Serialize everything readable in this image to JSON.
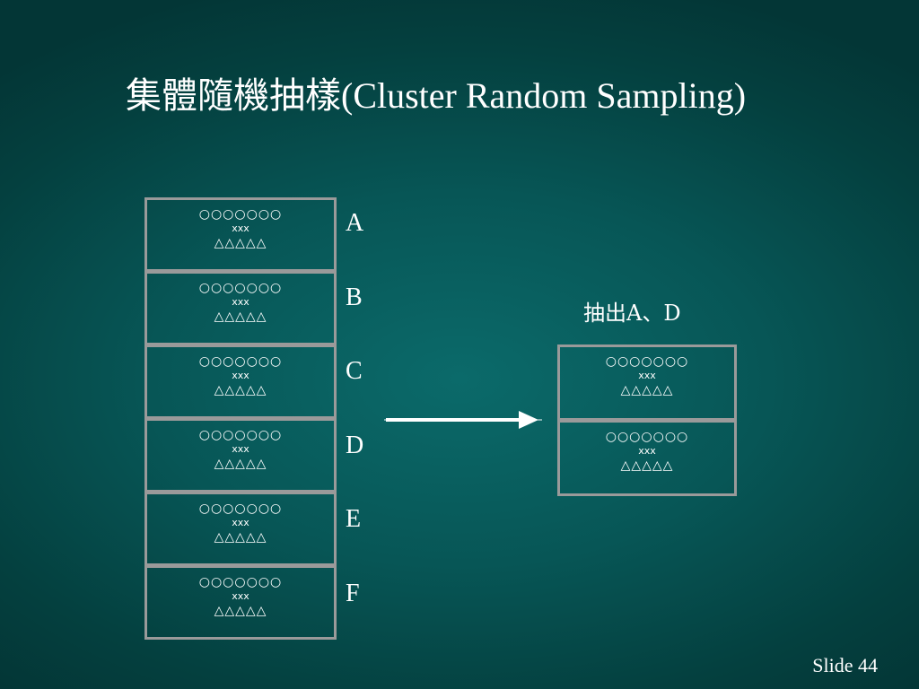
{
  "slide": {
    "title_cjk": "集體隨機抽樣",
    "title_en": "(Cluster Random Sampling)",
    "footer": "Slide 44"
  },
  "population": {
    "clusters": [
      {
        "label": "A",
        "line1": "○○○○○○○",
        "line2": "xxx",
        "line3": "△△△△△"
      },
      {
        "label": "B",
        "line1": "○○○○○○○",
        "line2": "xxx",
        "line3": "△△△△△"
      },
      {
        "label": "C",
        "line1": "○○○○○○○",
        "line2": "xxx",
        "line3": "△△△△△"
      },
      {
        "label": "D",
        "line1": "○○○○○○○",
        "line2": "xxx",
        "line3": "△△△△△"
      },
      {
        "label": "E",
        "line1": "○○○○○○○",
        "line2": "xxx",
        "line3": "△△△△△"
      },
      {
        "label": "F",
        "line1": "○○○○○○○",
        "line2": "xxx",
        "line3": "△△△△△"
      }
    ]
  },
  "sample": {
    "note": "抽出A、D",
    "clusters": [
      {
        "line1": "○○○○○○○",
        "line2": "xxx",
        "line3": "△△△△△"
      },
      {
        "line1": "○○○○○○○",
        "line2": "xxx",
        "line3": "△△△△△"
      }
    ]
  },
  "colors": {
    "border": "#9a9a9a",
    "text": "#ffffff",
    "arrow": "#ffffff"
  }
}
